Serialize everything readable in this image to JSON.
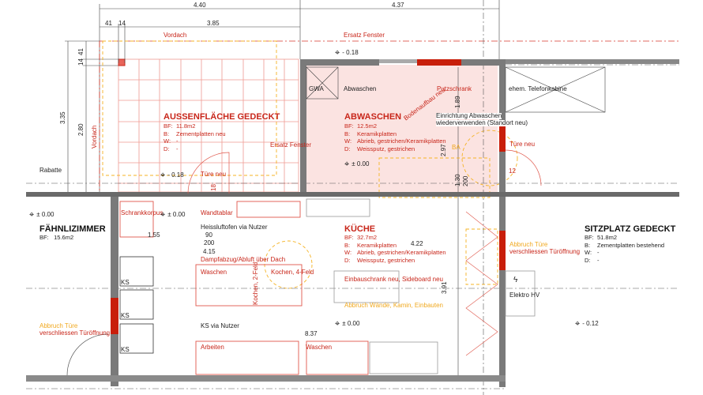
{
  "dimensions": {
    "top_total_left": "4.40",
    "top_total_right": "4.37",
    "top_seg_1": "41",
    "top_seg_2": "14",
    "top_seg_3": "3.85",
    "left_total": "3.35",
    "left_inner": "2.80",
    "left_seg_1": "41",
    "left_seg_2": "14",
    "abw_1": "1.89",
    "abw_2": "2.97",
    "abw_3": "1.30",
    "abw_4": "200",
    "abw_5": "12",
    "oven_1": "1.55",
    "oven_2": "90",
    "oven_3": "200",
    "oven_4": "4.15",
    "kitchen_1": "4.22",
    "kitchen_2": "3.91",
    "kitchen_3": "8.37",
    "door_18": "18"
  },
  "annotations": {
    "vordach_top": "Vordach",
    "vordach_side": "Vordach",
    "ersatz_fenster_top": "Ersatz Fenster",
    "ersatz_fenster_side": "Ersatz Fenster",
    "rabatte": "Rabatte",
    "tuere_neu_left": "Türe neu",
    "tuere_neu_right": "Türe neu",
    "gwa": "GWA",
    "abwaschen_fixture": "Abwaschen",
    "putzschrank": "Putzschrank",
    "bodenaufbau": "Bodenaufbau neu",
    "einrichtung_1": "Einrichtung Abwaschen",
    "einrichtung_2": "wiederverwenden (Standort neu)",
    "ba": "BA",
    "telefonkabine": "ehem. Telefonkabine",
    "schrankkorpus": "Schrankkorpus",
    "wandtablar": "Wandtablar",
    "heissluftofen": "Heissluftofen via Nutzer",
    "dampfabzug": "Dampfabzug/Abluft über Dach",
    "waschen_1": "Waschen",
    "kochen_2": "Kochen, 2-Feld",
    "kochen_4": "Kochen, 4-Feld",
    "ks_1": "KS",
    "ks_2": "KS",
    "ks_3": "KS",
    "ks_nutzer": "KS via Nutzer",
    "arbeiten": "Arbeiten",
    "waschen_2": "Waschen",
    "einbauschrank": "Einbauschrank neu, Sideboard neu",
    "abbruch_waende": "Abbruch Wände, Kamin, Einbauten",
    "abbruch_left_1": "Abbruch Türe",
    "abbruch_left_2": "verschliessen Türöffnung",
    "abbruch_right_1": "Abbruch Türe",
    "abbruch_right_2": "verschliessen Türöffnung",
    "elektro": "Elektro HV"
  },
  "levels": {
    "top": "- 0.18",
    "outdoor": "- 0.18",
    "abwaschen": "± 0.00",
    "faehnli": "± 0.00",
    "schrank": "± 0.00",
    "kueche": "± 0.00",
    "sitzplatz": "- 0.12"
  },
  "rooms": {
    "aussen": {
      "name": "AUSSENFLÄCHE GEDECKT",
      "bf_k": "BF:",
      "bf": "11.8m2",
      "b_k": "B:",
      "b": "Zementplatten neu",
      "w_k": "W:",
      "w": "-",
      "d_k": "D:",
      "d": "-"
    },
    "abwaschen": {
      "name": "ABWASCHEN",
      "bf_k": "BF:",
      "bf": "12.5m2",
      "b_k": "B:",
      "b": "Keramikplatten",
      "w_k": "W:",
      "w": "Abrieb, gestrichen/Keramikplatten",
      "d_k": "D:",
      "d": "Weissputz, gestrichen"
    },
    "kueche": {
      "name": "KÜCHE",
      "bf_k": "BF:",
      "bf": "32.7m2",
      "b_k": "B:",
      "b": "Keramikplatten",
      "w_k": "W:",
      "w": "Abrieb, gestrichen/Keramikplatten",
      "d_k": "D:",
      "d": "Weissputz, gestrichen"
    },
    "faehnli": {
      "name": "FÄHNLIZIMMER",
      "bf_k": "BF:",
      "bf": "15.6m2"
    },
    "sitzplatz": {
      "name": "SITZPLATZ GEDECKT",
      "bf_k": "BF:",
      "bf": "51.8m2",
      "b_k": "B:",
      "b": "Zementplatten bestehend",
      "w_k": "W:",
      "w": "-",
      "d_k": "D:",
      "d": "-"
    }
  },
  "colors": {
    "wall": "#7a7a7a",
    "demolish": "#c81e0a",
    "new": "#e8463a",
    "existing_removed": "#f5b324",
    "fill_pink": "#fbe1df"
  }
}
